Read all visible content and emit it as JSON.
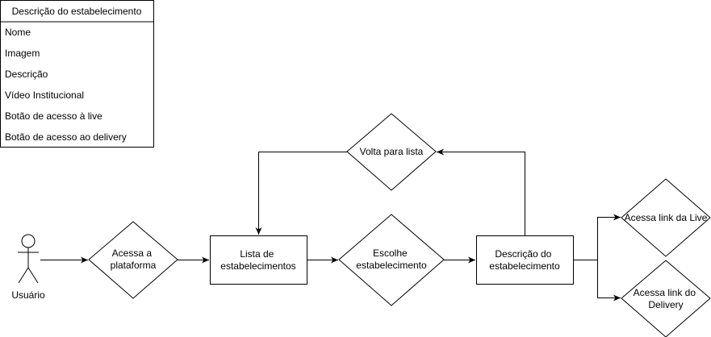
{
  "entity_table": {
    "header": "Descrição do estabelecimento",
    "rows": [
      "Nome",
      "Imagem",
      "Descrição",
      "Vídeo Institucional",
      "Botão de acesso à live",
      "Botão de acesso ao delivery"
    ]
  },
  "actor": {
    "label": "Usuário"
  },
  "nodes": {
    "acessa_plataforma": [
      "Acessa a",
      "plataforma"
    ],
    "lista": [
      "Lista de",
      "estabelecimentos"
    ],
    "escolhe": [
      "Escolhe",
      "estabelecimento"
    ],
    "descricao": [
      "Descrição do",
      "estabelecimento"
    ],
    "volta": [
      "Volta para lista"
    ],
    "live": [
      "Acessa link da Live"
    ],
    "delivery": [
      "Acessa link do",
      "Delivery"
    ]
  }
}
